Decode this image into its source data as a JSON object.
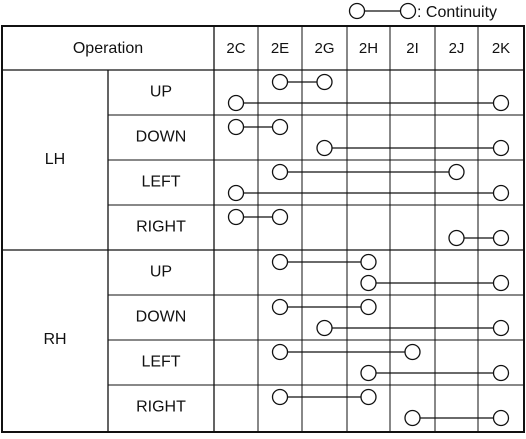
{
  "legend": {
    "label": ": Continuity"
  },
  "header": {
    "operation": "Operation"
  },
  "terminals": [
    "2C",
    "2E",
    "2G",
    "2H",
    "2I",
    "2J",
    "2K"
  ],
  "groups": [
    {
      "name": "LH",
      "ops": [
        {
          "label": "UP",
          "lines": [
            [
              1,
              2
            ],
            [
              0,
              6
            ]
          ]
        },
        {
          "label": "DOWN",
          "lines": [
            [
              0,
              1
            ],
            [
              2,
              6
            ]
          ]
        },
        {
          "label": "LEFT",
          "lines": [
            [
              1,
              5
            ],
            [
              0,
              6
            ]
          ]
        },
        {
          "label": "RIGHT",
          "lines": [
            [
              0,
              1
            ],
            [
              5,
              6
            ]
          ]
        }
      ]
    },
    {
      "name": "RH",
      "ops": [
        {
          "label": "UP",
          "lines": [
            [
              1,
              3
            ],
            [
              3,
              6
            ]
          ]
        },
        {
          "label": "DOWN",
          "lines": [
            [
              1,
              3
            ],
            [
              2,
              6
            ]
          ]
        },
        {
          "label": "LEFT",
          "lines": [
            [
              1,
              4
            ],
            [
              3,
              6
            ]
          ]
        },
        {
          "label": "RIGHT",
          "lines": [
            [
              1,
              3
            ],
            [
              4,
              6
            ]
          ]
        }
      ]
    }
  ]
}
